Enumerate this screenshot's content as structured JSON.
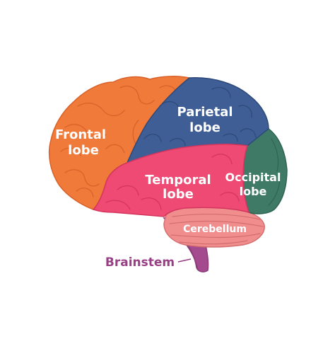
{
  "lobes": {
    "frontal": {
      "line1": "Frontal",
      "line2": "lobe",
      "color": "#F07A3A",
      "outline": "#D8622A"
    },
    "parietal": {
      "line1": "Parietal",
      "line2": "lobe",
      "color": "#3E5E95",
      "outline": "#2E4A7A"
    },
    "temporal": {
      "line1": "Temporal",
      "line2": "lobe",
      "color": "#EE4A73",
      "outline": "#D4365E"
    },
    "occipital": {
      "line1": "Occipital",
      "line2": "lobe",
      "color": "#3F7A66",
      "outline": "#2E6452"
    }
  },
  "cerebellum": {
    "label": "Cerebellum",
    "color": "#F08E8E",
    "outline": "#D46E6E"
  },
  "brainstem": {
    "label": "Brainstem",
    "color": "#A44A8E",
    "label_color": "#9A3E86"
  }
}
